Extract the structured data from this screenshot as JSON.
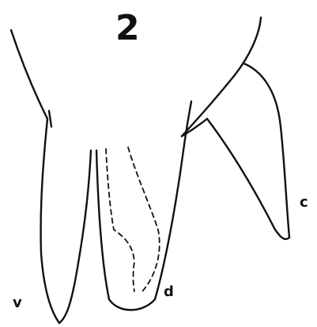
{
  "figure": {
    "number": "2",
    "labels": {
      "v": "v",
      "d": "d",
      "c": "c"
    }
  }
}
